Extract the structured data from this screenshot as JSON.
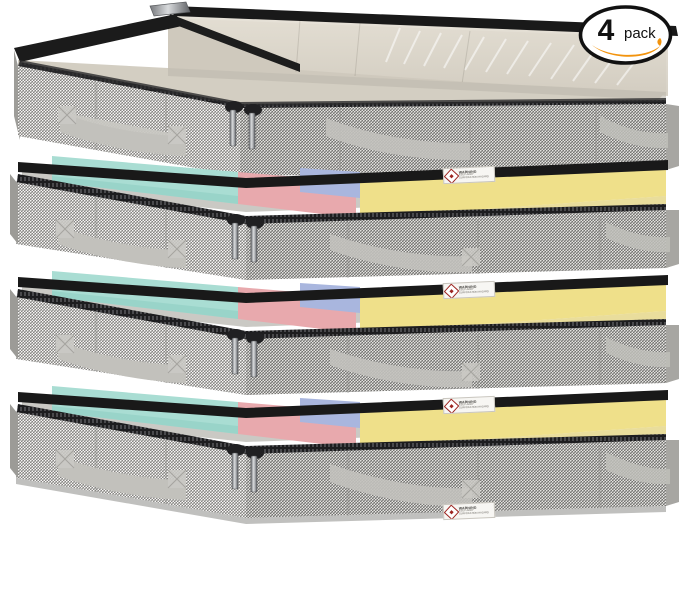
{
  "product": {
    "name": "Under Bed Storage Bags",
    "count_badge": {
      "count": "4",
      "unit": "pack",
      "accent_color": "#f2930d",
      "ring_color": "#1a1a1a"
    },
    "material": "gray woven fabric",
    "colors": {
      "fabric_gray": "#bdbdba",
      "trim_black": "#1e1e1e",
      "window_clear": "#ded9cf",
      "handle_gray": "#c6c5c0",
      "label_white": "#f7f6f3",
      "label_red": "#9c2420"
    }
  },
  "boxes": [
    {
      "id": "box-1",
      "position": "top",
      "state": "open-empty",
      "contents": [],
      "has_clear_window": true,
      "label": "WARNING"
    },
    {
      "id": "box-2",
      "position": "second",
      "state": "filled",
      "contents": [
        "mint",
        "pink",
        "blue",
        "yellow"
      ],
      "has_clear_window": true,
      "label": "WARNING"
    },
    {
      "id": "box-3",
      "position": "third",
      "state": "filled",
      "contents": [
        "mint",
        "pink",
        "blue",
        "yellow"
      ],
      "has_clear_window": true,
      "label": "WARNING"
    },
    {
      "id": "box-4",
      "position": "bottom",
      "state": "filled",
      "contents": [
        "mint",
        "pink",
        "blue",
        "yellow"
      ],
      "has_clear_window": true,
      "label": "WARNING"
    }
  ],
  "clothing_colors": {
    "mint": "#a9ddd3",
    "pink": "#e8a9ad",
    "blue": "#a9b6de",
    "yellow": "#efe08a",
    "yellow_deep": "#e7d26a"
  },
  "warning_label": {
    "title": "WARNING",
    "subtitle": "KEEP AWAY",
    "fineprint": "SUFFOCATION HAZARD"
  },
  "hardware": {
    "zipper": "dual zipper pulls",
    "handles": "reinforced side handles"
  }
}
